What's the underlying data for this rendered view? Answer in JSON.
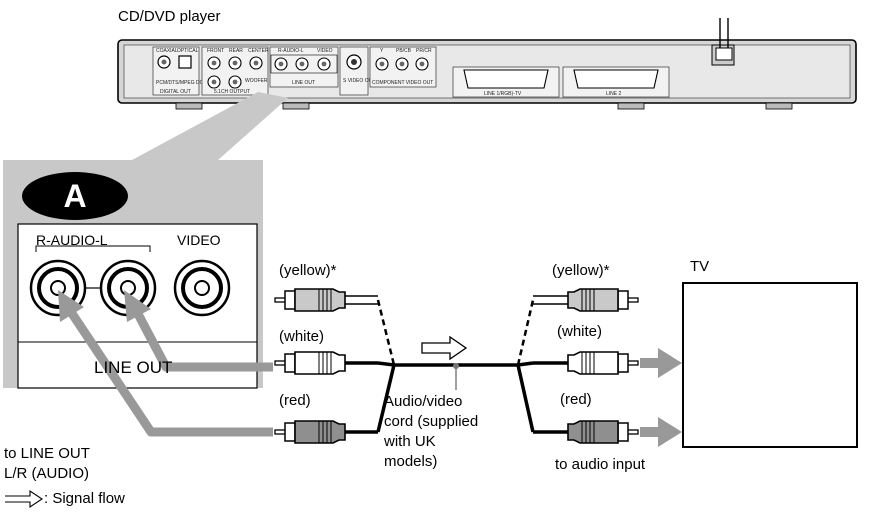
{
  "player_title": "CD/DVD player",
  "tv_label": "TV",
  "callout_letter": "A",
  "panel": {
    "audio_label": "R-AUDIO-L",
    "video_label": "VIDEO",
    "line_out": "LINE OUT"
  },
  "rear_panel": {
    "coaxial": "COAXIAL",
    "optical": "OPTICAL",
    "digital_out": "DIGITAL OUT",
    "digital_note": "PCM/DTS/MPEG DOLBY DIGITAL",
    "front": "FRONT",
    "rear": "REAR",
    "center": "CENTER",
    "woofer": "WOOFER",
    "output_51": "5.1CH OUTPUT",
    "r_audio_l": "R-AUDIO-L",
    "video": "VIDEO",
    "line_out": "LINE OUT",
    "s_video": "S VIDEO OUT",
    "y": "Y",
    "pb": "PB/CB",
    "pr": "PR/CR",
    "component": "COMPONENT VIDEO OUT",
    "line1": "LINE 1/RGB)-TV",
    "line2": "LINE 2"
  },
  "left_labels": {
    "yellow": "(yellow)*",
    "white": "(white)",
    "red": "(red)"
  },
  "right_labels": {
    "yellow": "(yellow)*",
    "white": "(white)",
    "red": "(red)"
  },
  "cord_label": [
    "Audio/video",
    "cord (supplied",
    "with UK",
    "models)"
  ],
  "to_line_out": [
    "to LINE OUT",
    "L/R (AUDIO)"
  ],
  "to_audio_input": "to audio input",
  "signal_flow": ": Signal flow"
}
